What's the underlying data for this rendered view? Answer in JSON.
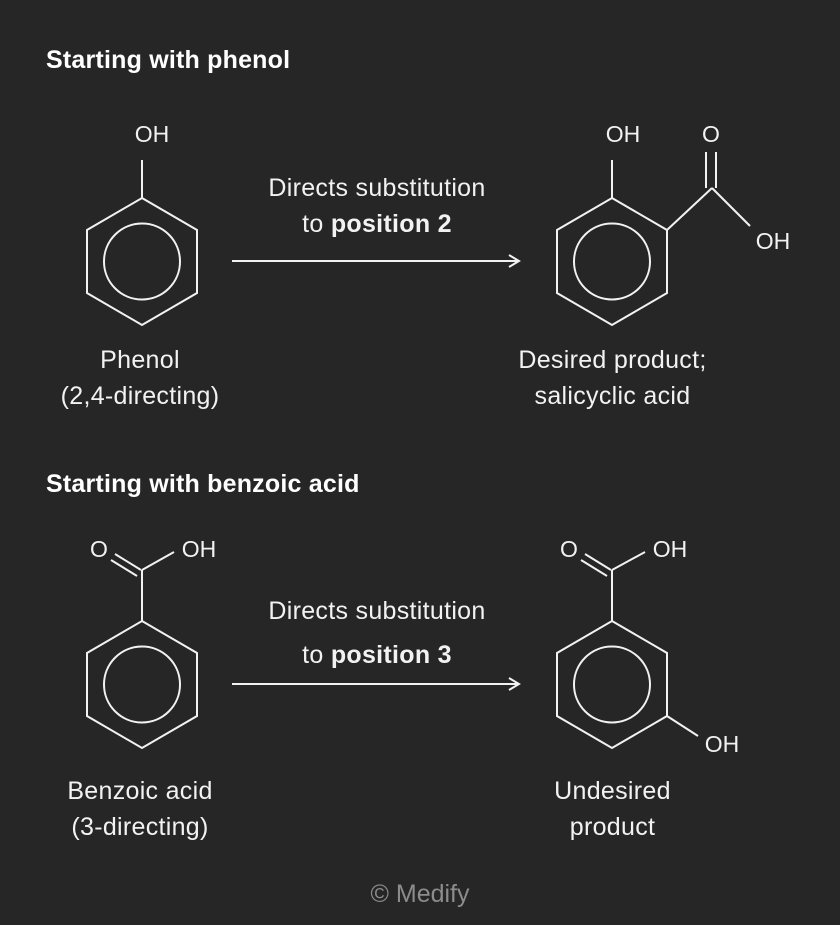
{
  "section1": {
    "heading": "Starting with phenol",
    "arrow_line1": "Directs substitution",
    "arrow_prefix": "to ",
    "arrow_bold": "position 2",
    "reactant_line1": "Phenol",
    "reactant_line2": "(2,4-directing)",
    "product_line1": "Desired product;",
    "product_line2": "salicyclic acid",
    "atoms": {
      "reactant_oh": "OH",
      "product_oh": "OH",
      "product_o": "O",
      "product_cooh_oh": "OH"
    }
  },
  "section2": {
    "heading": "Starting with benzoic acid",
    "arrow_line1": "Directs substitution",
    "arrow_prefix": "to ",
    "arrow_bold": "position 3",
    "reactant_line1": "Benzoic acid",
    "reactant_line2": "(3-directing)",
    "product_line1": "Undesired",
    "product_line2": "product",
    "atoms": {
      "reactant_o": "O",
      "reactant_oh": "OH",
      "product_o": "O",
      "product_oh": "OH",
      "product_ring_oh": "OH"
    }
  },
  "footer": "© Medify",
  "colors": {
    "background": "#262626",
    "foreground": "#f2f2f2",
    "footer": "#8c8c8c"
  }
}
